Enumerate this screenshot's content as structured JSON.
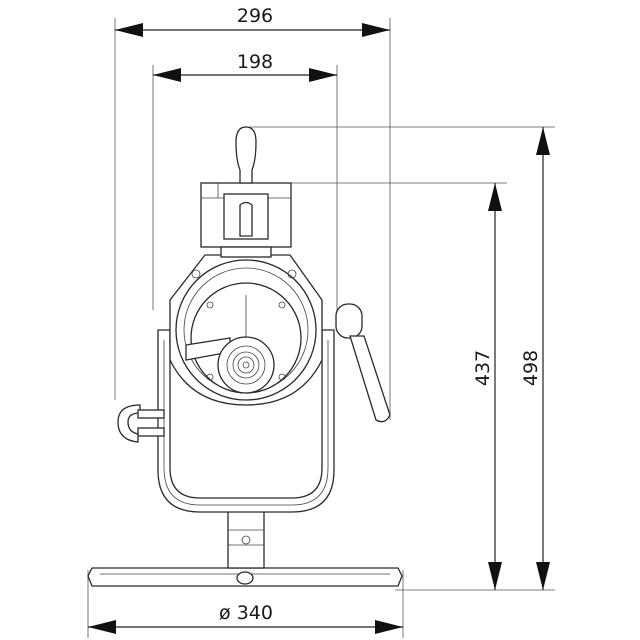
{
  "dimensions": {
    "overall_width": "296",
    "body_width": "198",
    "height_to_box": "437",
    "overall_height": "498",
    "base_diameter": "ø 340"
  },
  "colors": {
    "line": "#222222",
    "background": "#ffffff"
  }
}
